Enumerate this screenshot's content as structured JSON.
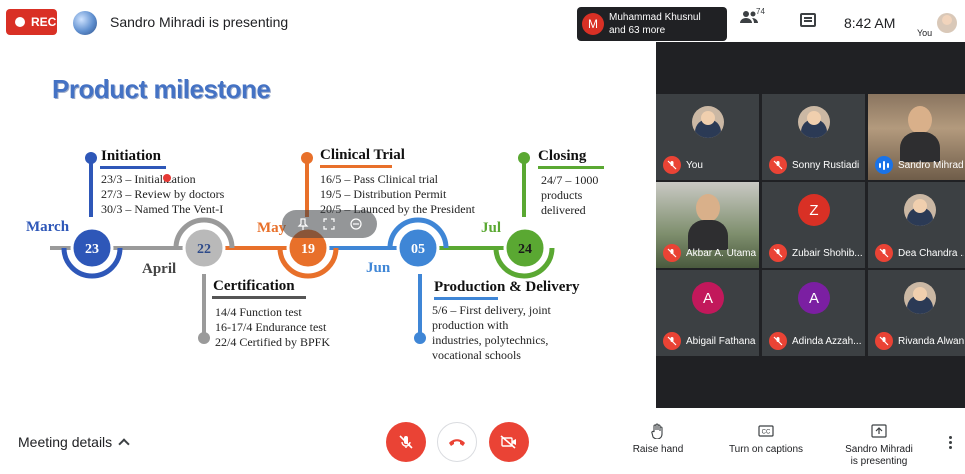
{
  "topbar": {
    "rec_label": "REC",
    "presenting_text": "Sandro Mihradi is presenting",
    "participants_chip": {
      "avatar_letter": "M",
      "line1": "Muhammad Khusnul",
      "line2": "and 63 more"
    },
    "people_count": "74",
    "clock": "8:42  AM",
    "you_label": "You"
  },
  "slide": {
    "title": "Product milestone",
    "milestones": [
      {
        "title": "Initiation",
        "lines": [
          "23/3 – Initialization",
          "27/3 – Review by doctors",
          "30/3 – Named The Vent-I"
        ],
        "node": "23",
        "month": "March"
      },
      {
        "title": "Certification",
        "lines": [
          "14/4 Function test",
          "16-17/4 Endurance test",
          "22/4 Certified by BPFK"
        ],
        "node": "22",
        "month": "April"
      },
      {
        "title": "Clinical Trial",
        "lines": [
          "16/5 – Pass Clinical trial",
          "19/5 – Distribution Permit",
          "20/5 – Launced by the President"
        ],
        "node": "19",
        "month": "May"
      },
      {
        "title": "Production & Delivery",
        "lines": [
          "5/6 – First delivery, joint",
          "production with",
          "industries, polytechnics,",
          "vocational schools"
        ],
        "node": "05",
        "month": "Jun"
      },
      {
        "title": "Closing",
        "lines": [
          "24/7 – 1000",
          "products",
          "delivered"
        ],
        "node": "24",
        "month": "Jul"
      }
    ],
    "colors": {
      "blue": "#2e57b8",
      "gray": "#9a9a9a",
      "orange": "#e8702a",
      "light_blue": "#3f86d6",
      "green": "#5aa832",
      "title": "#4472c4"
    }
  },
  "participants": [
    {
      "name": "You",
      "kind": "photo",
      "muted": true
    },
    {
      "name": "Sonny Rustiadi",
      "kind": "photo",
      "muted": true
    },
    {
      "name": "Sandro Mihradi",
      "kind": "video",
      "speaking": true
    },
    {
      "name": "Akbar A. Utama",
      "kind": "video",
      "muted": true
    },
    {
      "name": "Zubair Shohib...",
      "kind": "letter",
      "letter": "Z",
      "color": "#d93025",
      "muted": true
    },
    {
      "name": "Dea Chandra ...",
      "kind": "photo",
      "muted": true
    },
    {
      "name": "Abigail Fathana",
      "kind": "letter",
      "letter": "A",
      "color": "#c2185b",
      "muted": true
    },
    {
      "name": "Adinda Azzah...",
      "kind": "letter",
      "letter": "A",
      "color": "#7b1fa2",
      "muted": true
    },
    {
      "name": "Rivanda Alwan...",
      "kind": "photo",
      "muted": true
    }
  ],
  "bottombar": {
    "meeting_details": "Meeting details",
    "raise_hand": "Raise hand",
    "captions": "Turn on captions",
    "presenting_line1": "Sandro Mihradi",
    "presenting_line2": "is presenting"
  }
}
